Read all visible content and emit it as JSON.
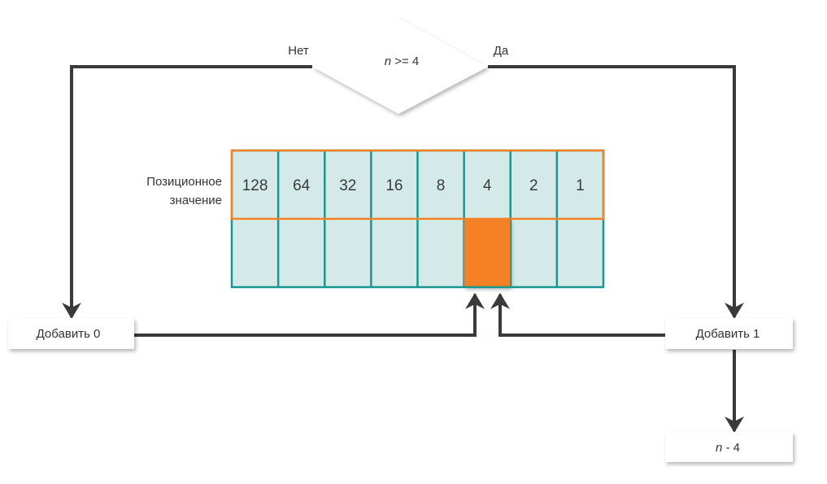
{
  "decision": {
    "variable": "n",
    "condition": " >= 4",
    "no_label": "Нет",
    "yes_label": "Да"
  },
  "table": {
    "row_label_line1": "Позиционное",
    "row_label_line2": "значение",
    "place_values": [
      "128",
      "64",
      "32",
      "16",
      "8",
      "4",
      "2",
      "1"
    ],
    "highlight_index": 5,
    "highlight_color": "#f58025"
  },
  "colors": {
    "cell_fill": "#d4eae9",
    "grid_teal": "#1a9690",
    "header_border": "#f58025",
    "arrow": "#3a3a3a"
  },
  "actions": {
    "add_zero": "Добавить 0",
    "add_one": "Добавить 1"
  },
  "result": {
    "variable": "n",
    "operation": " - 4"
  }
}
